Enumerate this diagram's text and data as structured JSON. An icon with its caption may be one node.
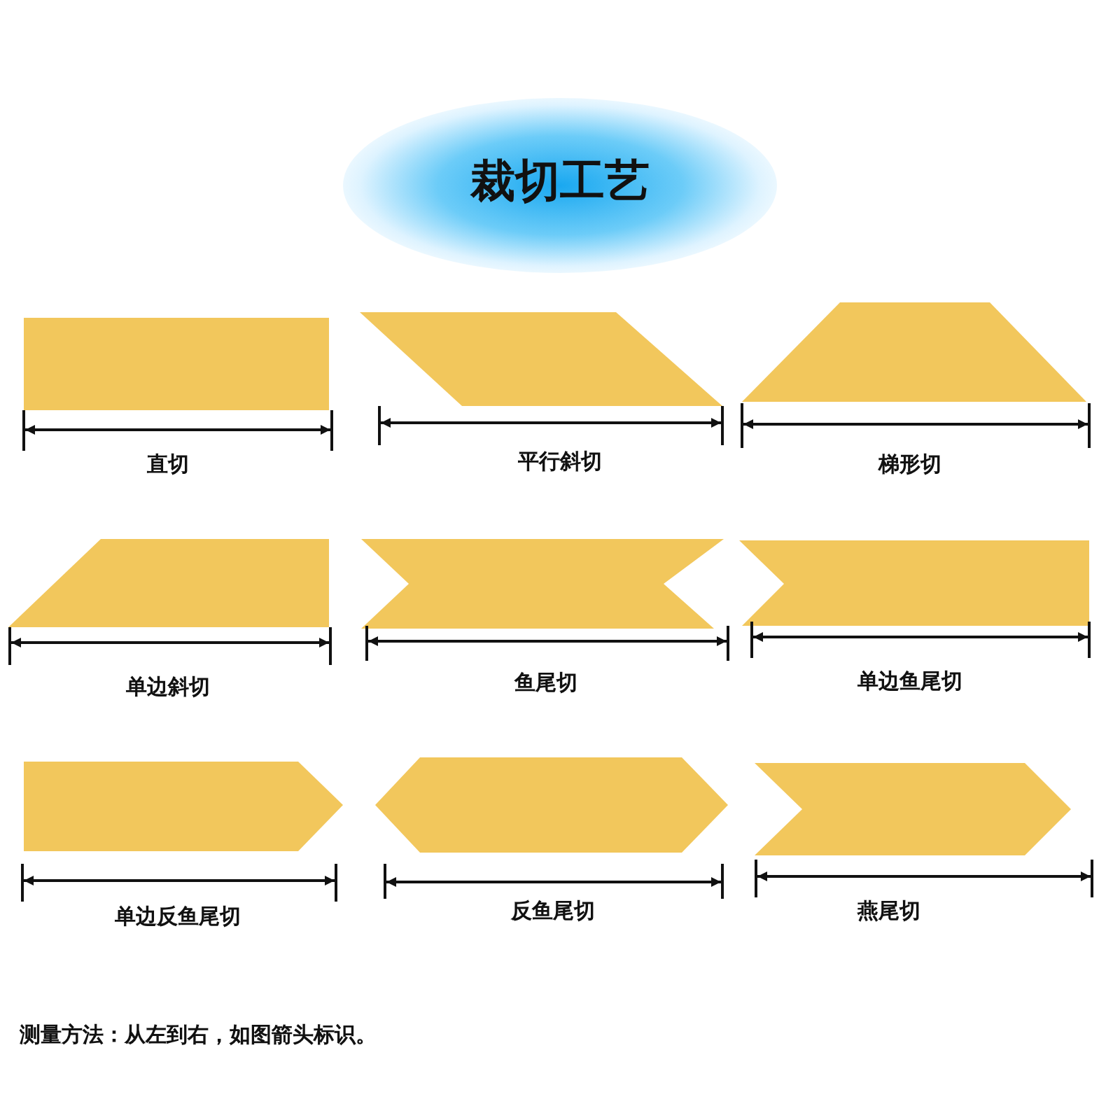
{
  "diagram": {
    "title": "裁切工艺",
    "nodes": [
      {
        "text": [
          "直切"
        ]
      },
      {
        "text": [
          "平行斜切"
        ]
      },
      {
        "text": [
          "梯形切"
        ]
      },
      {
        "text": [
          "单边斜切"
        ]
      },
      {
        "text": [
          "鱼尾切"
        ]
      },
      {
        "text": [
          "单边鱼尾切"
        ]
      },
      {
        "text": [
          "单边反鱼尾切"
        ]
      },
      {
        "text": [
          "反鱼尾切"
        ]
      },
      {
        "text": [
          "燕尾切"
        ]
      }
    ],
    "labels": [
      "测量方法：从左到右，如图箭头标识。"
    ]
  }
}
